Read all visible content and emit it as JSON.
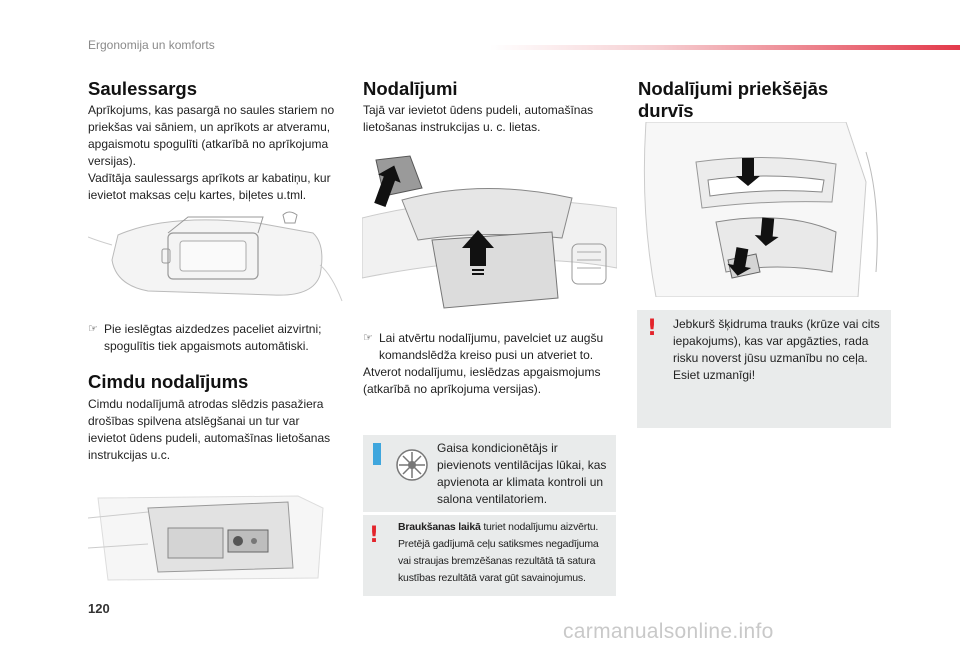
{
  "header": {
    "title": "Ergonomija un komforts",
    "accent": "#e3394a"
  },
  "col1": {
    "title": "Saulessargs",
    "para": [
      "Aprīkojums, kas pasargā no saules stariem no",
      "priekšas vai sāniem, un aprīkots ar atveramu,",
      "apgaismotu spogulīti (atkarībā no aprīkojuma",
      "versijas).",
      "Vadītāja saulessargs aprīkots ar kabatiņu, kur",
      "ievietot maksas ceļu kartes, biļetes u.tml."
    ],
    "bullet": [
      "Pie ieslēgtas aizdedzes paceliet aizvirtni;",
      "spogulītis tiek apgaismots automātiski."
    ],
    "title2": "Cimdu nodalījums",
    "para2": [
      "Cimdu nodalījumā atrodas slēdzis pasažiera",
      "drošības spilvena atslēgšanai un tur var",
      "ievietot ūdens pudeli, automašīnas lietošanas",
      "instrukcijas u.c."
    ]
  },
  "col2": {
    "title": "Nodalījumi",
    "para": [
      "Tajā var ievietot ūdens pudeli, automašīnas",
      "lietošanas instrukcijas u. c. lietas."
    ],
    "bullet": [
      "Lai atvērtu nodalījumu, pavelciet uz augšu",
      "komandslēdža kreiso pusi un atveriet to."
    ],
    "para2": [
      "Atverot nodalījumu, ieslēdzas apgaismojums",
      "(atkarībā no aprīkojuma versijas)."
    ],
    "info": [
      "Gaisa kondicionētājs ir",
      "pievienots ventilācijas lūkai, kas",
      "apvienota ar klimata kontroli un",
      "salona ventilatoriem."
    ],
    "warn_bold": "Braukšanas laikā",
    "warn_lines": [
      " turiet nodalījumu aizvērtu.",
      "Pretējā gadījumā ceļu satiksmes negadījuma",
      "vai straujas bremzēšanas rezultātā tā satura",
      "kustības rezultātā varat gūt savainojumus."
    ]
  },
  "col3": {
    "title": [
      "Nodalījumi priekšējās",
      "durvīs"
    ],
    "warn": [
      "Jebkurš šķidruma trauks (krūze vai cits",
      "iepakojums), kas var apgāzties, rada",
      "risku noverst jūsu uzmanību no ceļa.",
      "Esiet uzmanīgi!"
    ]
  },
  "icons": {
    "bullet": "pointing-hand-icon",
    "warning": "exclamation-icon",
    "info": "info-icon"
  },
  "footer": {
    "page_number": "120",
    "watermark": "carmanualsonline.info"
  }
}
